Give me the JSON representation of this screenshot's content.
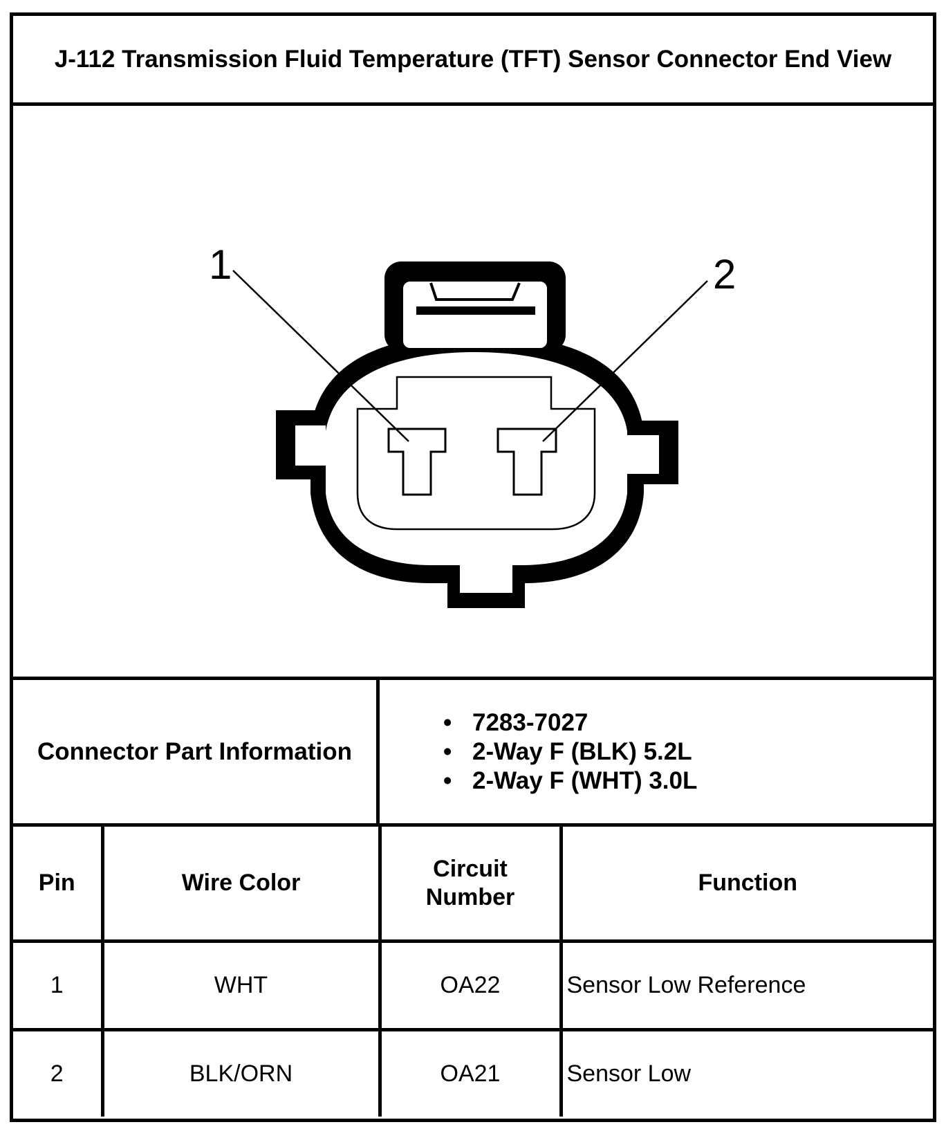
{
  "title": "J-112 Transmission Fluid Temperature (TFT) Sensor Connector End View",
  "diagram": {
    "pin_labels": [
      "1",
      "2"
    ]
  },
  "connector_info": {
    "label": "Connector Part Information",
    "items": [
      "7283-7027",
      "2-Way F (BLK) 5.2L",
      "2-Way F (WHT) 3.0L"
    ]
  },
  "pin_table": {
    "headers": {
      "pin": "Pin",
      "wire_color": "Wire Color",
      "circuit_line1": "Circuit",
      "circuit_line2": "Number",
      "function": "Function"
    },
    "rows": [
      {
        "pin": "1",
        "wire_color": "WHT",
        "circuit": "OA22",
        "function": "Sensor Low Reference"
      },
      {
        "pin": "2",
        "wire_color": "BLK/ORN",
        "circuit": "OA21",
        "function": "Sensor Low"
      }
    ]
  }
}
